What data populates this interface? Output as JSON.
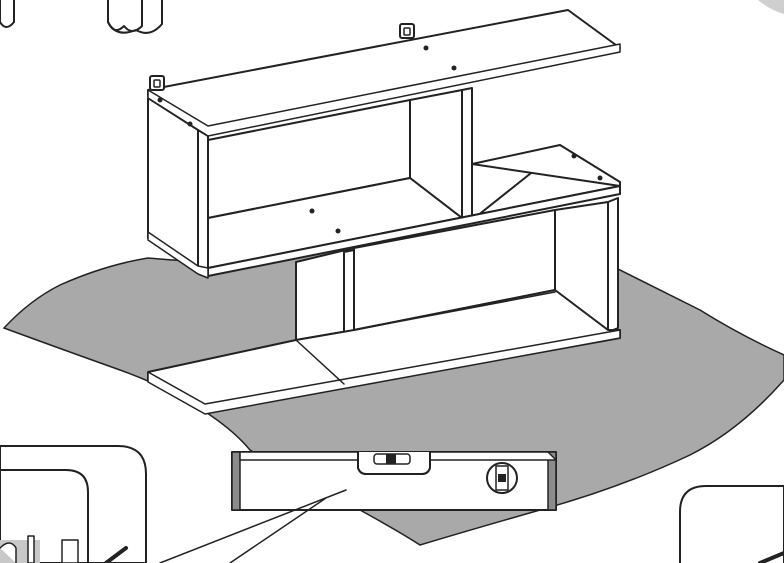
{
  "figure": {
    "kind": "assembly-instruction-illustration",
    "colors": {
      "line": "#222222",
      "board": "#ffffff",
      "floor_mat": "#a9a9a9",
      "level_endcap": "#8c8c8c",
      "inset_fill": "#c8c8c8"
    },
    "parts": [
      "wall-bracket-left",
      "wall-bracket-right",
      "upper-shelf-unit",
      "lower-shelf-unit",
      "floor-mat",
      "spirit-level",
      "detail-callout-left",
      "detail-callout-right"
    ]
  }
}
